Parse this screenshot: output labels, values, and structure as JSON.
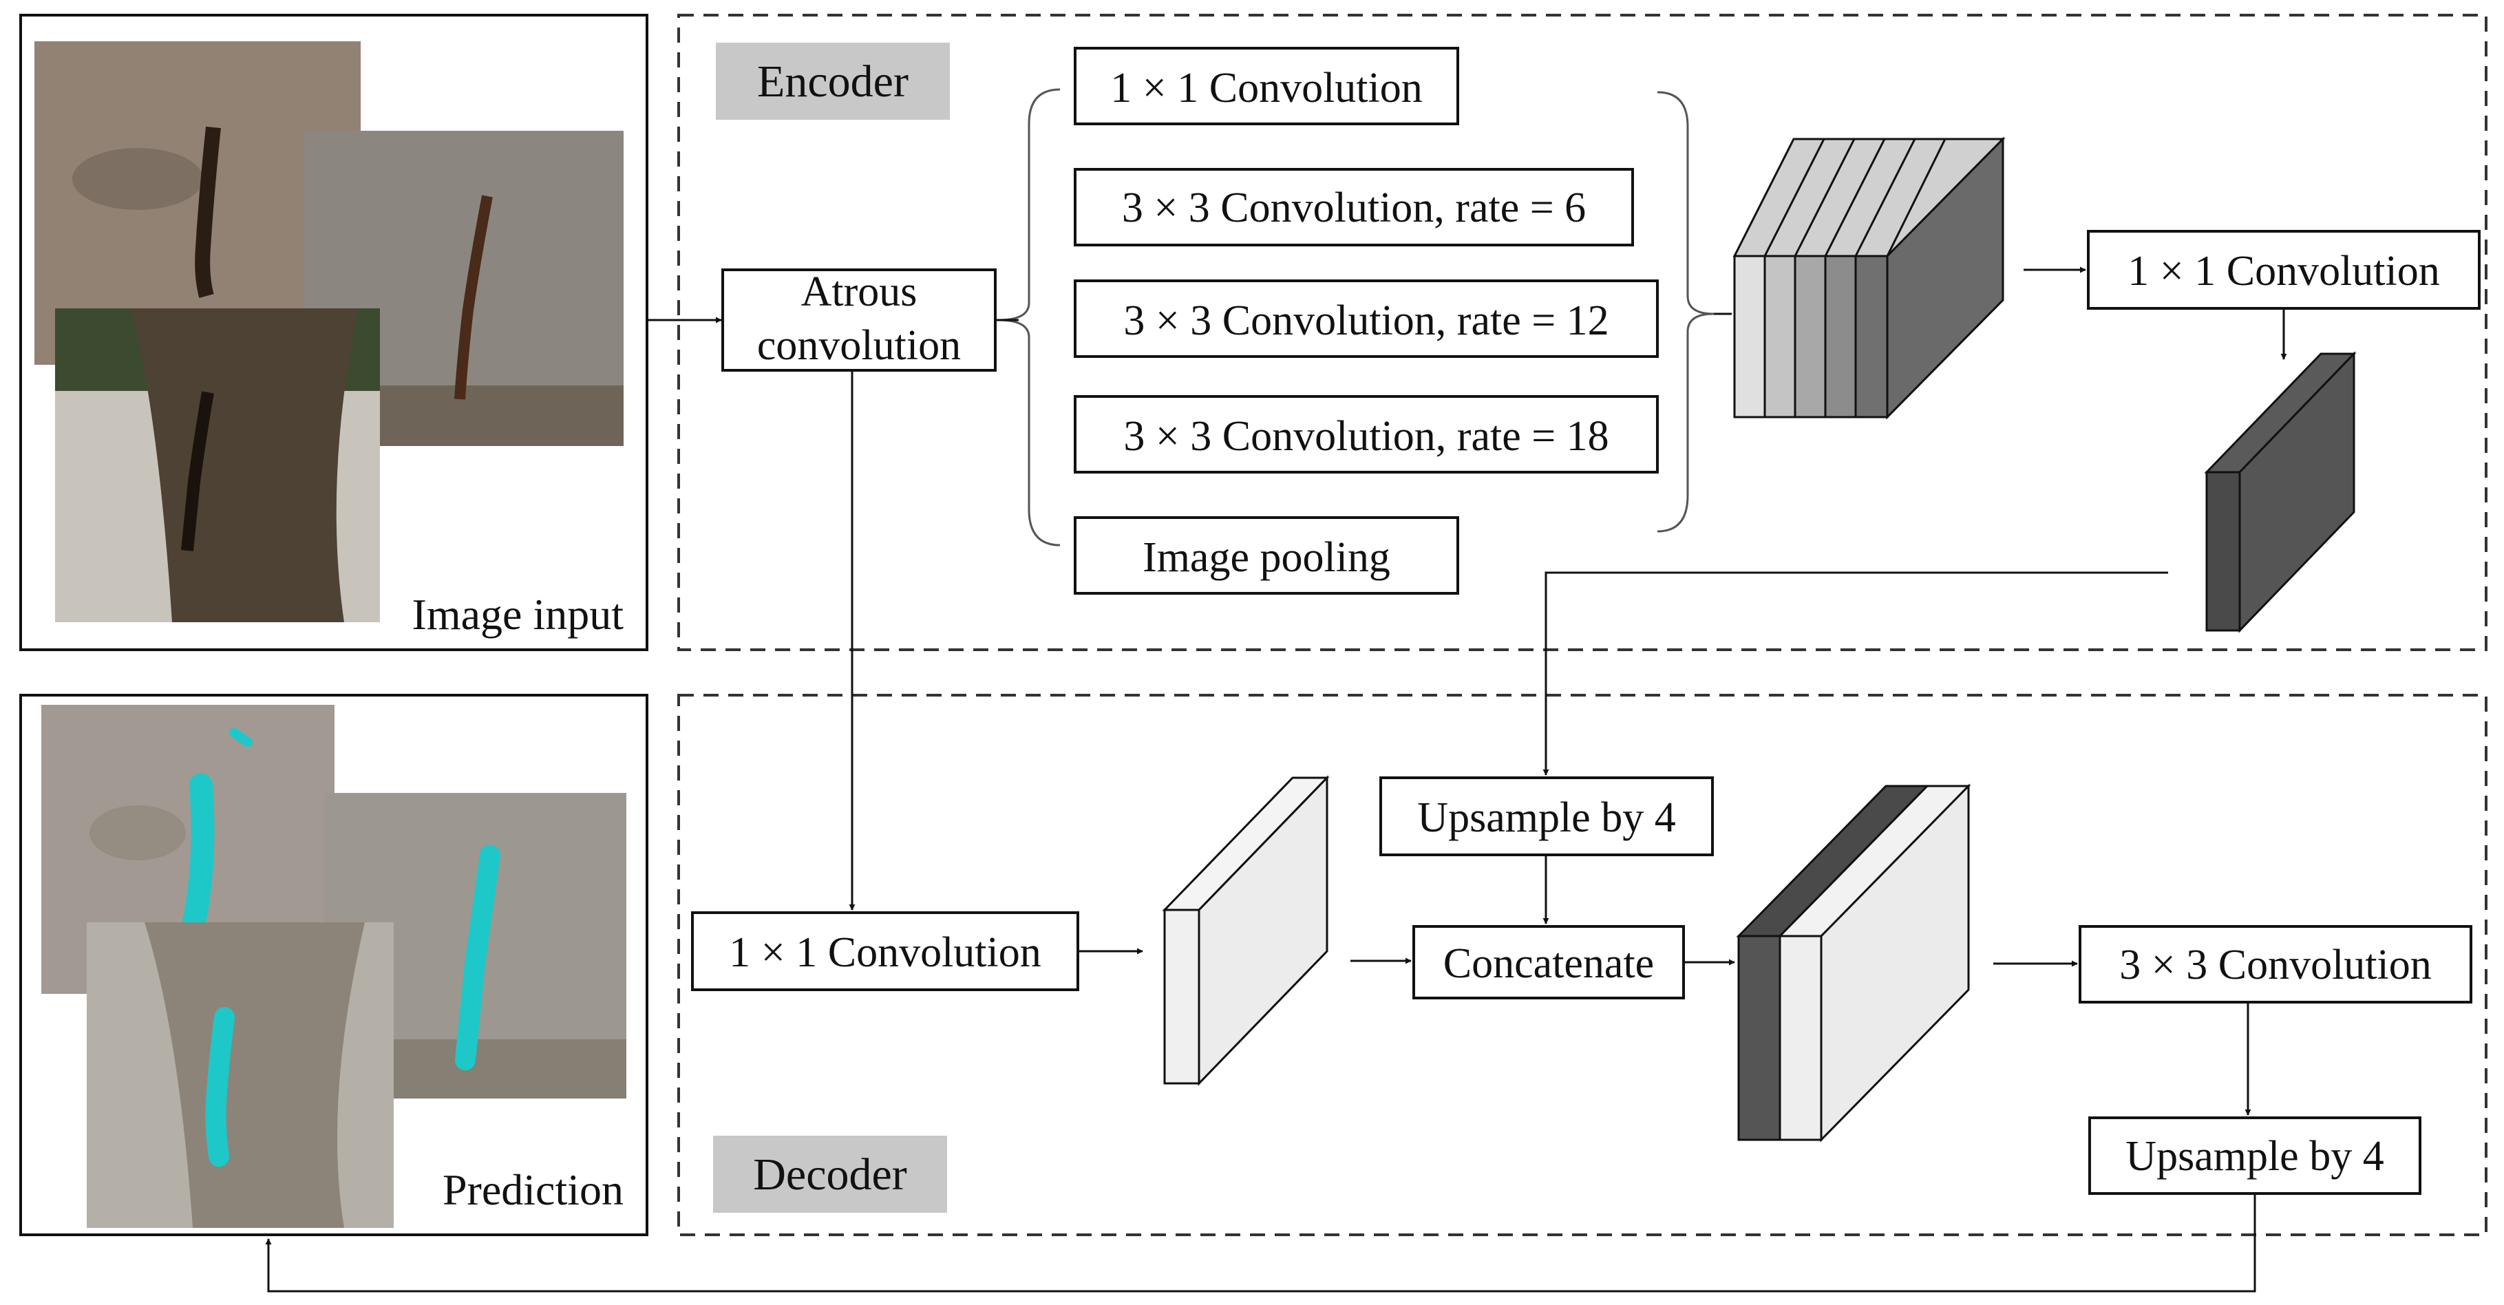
{
  "colors": {
    "line": "#111111",
    "tag_bg": "#c8c8c8",
    "crack_mask": "#1ec8c8",
    "dark_block": "#555555",
    "light_block": "#eeeeee"
  },
  "encoder": {
    "tag": "Encoder",
    "atrous": [
      "Atrous",
      "convolution"
    ],
    "branches": [
      "1 × 1 Convolution",
      "3 × 3 Convolution, rate = 6",
      "3 × 3 Convolution, rate = 12",
      "3 × 3 Convolution, rate = 18",
      "Image pooling"
    ],
    "fuse_conv": "1 × 1 Convolution"
  },
  "decoder": {
    "tag": "Decoder",
    "low_level_conv": "1 × 1 Convolution",
    "upsample_a": "Upsample by 4",
    "concat": "Concatenate",
    "conv3": "3 × 3 Convolution",
    "upsample_b": "Upsample by 4"
  },
  "panels": {
    "input_caption": "Image input",
    "output_caption": "Prediction"
  }
}
